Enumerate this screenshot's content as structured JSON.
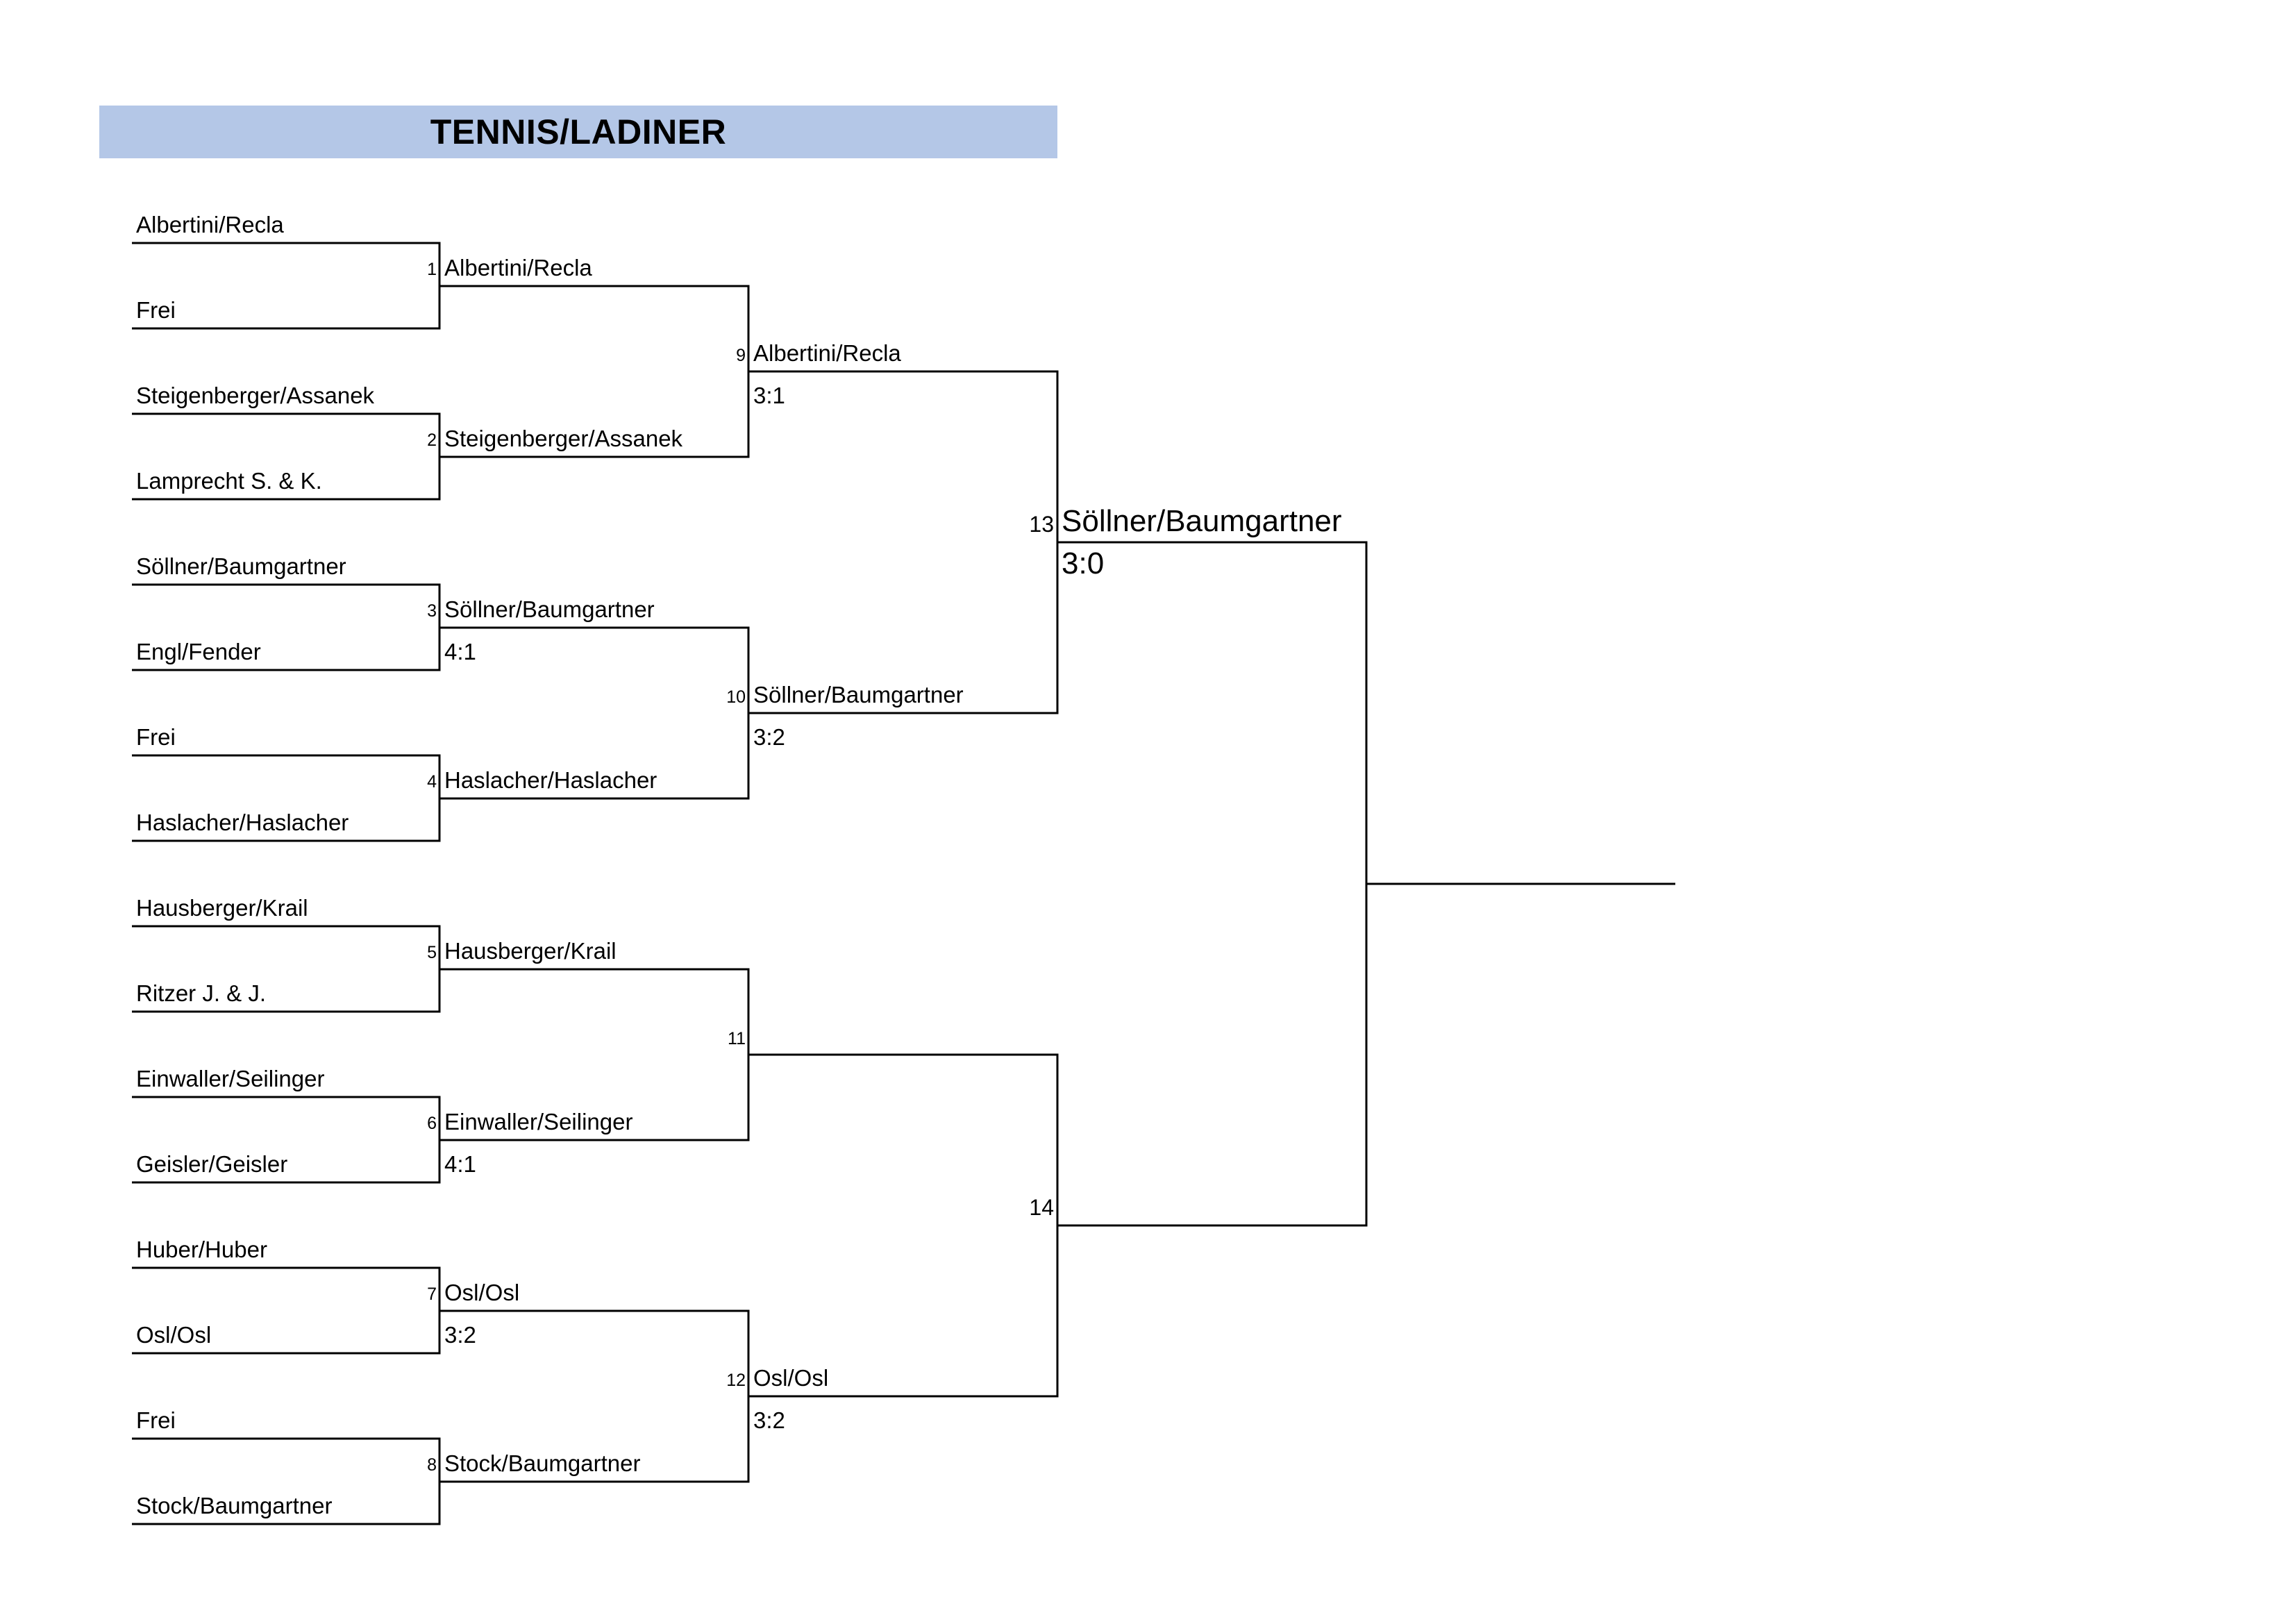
{
  "title": "TENNIS/LADINER",
  "round1": [
    {
      "number": "1",
      "top": "Albertini/Recla",
      "bottom": "Frei"
    },
    {
      "number": "2",
      "top": "Steigenberger/Assanek",
      "bottom": "Lamprecht S. & K."
    },
    {
      "number": "3",
      "top": "Söllner/Baumgartner",
      "bottom": "Engl/Fender"
    },
    {
      "number": "4",
      "top": "Frei",
      "bottom": "Haslacher/Haslacher"
    },
    {
      "number": "5",
      "top": "Hausberger/Krail",
      "bottom": "Ritzer J. & J."
    },
    {
      "number": "6",
      "top": "Einwaller/Seilinger",
      "bottom": "Geisler/Geisler"
    },
    {
      "number": "7",
      "top": "Huber/Huber",
      "bottom": "Osl/Osl"
    },
    {
      "number": "8",
      "top": "Frei",
      "bottom": "Stock/Baumgartner"
    }
  ],
  "round1_results": [
    {
      "winner": "Albertini/Recla",
      "score": ""
    },
    {
      "winner": "Steigenberger/Assanek",
      "score": ""
    },
    {
      "winner": "Söllner/Baumgartner",
      "score": "4:1"
    },
    {
      "winner": "Haslacher/Haslacher",
      "score": ""
    },
    {
      "winner": "Hausberger/Krail",
      "score": ""
    },
    {
      "winner": "Einwaller/Seilinger",
      "score": "4:1"
    },
    {
      "winner": "Osl/Osl",
      "score": "3:2"
    },
    {
      "winner": "Stock/Baumgartner",
      "score": ""
    }
  ],
  "round2": [
    {
      "number": "9",
      "winner": "Albertini/Recla",
      "score": "3:1"
    },
    {
      "number": "10",
      "winner": "Söllner/Baumgartner",
      "score": "3:2"
    },
    {
      "number": "11",
      "winner": "",
      "score": ""
    },
    {
      "number": "12",
      "winner": "Osl/Osl",
      "score": "3:2"
    }
  ],
  "round3": [
    {
      "number": "13",
      "winner": "Söllner/Baumgartner",
      "score": "3:0"
    },
    {
      "number": "14",
      "winner": "",
      "score": ""
    }
  ],
  "final": {
    "winner": ""
  }
}
